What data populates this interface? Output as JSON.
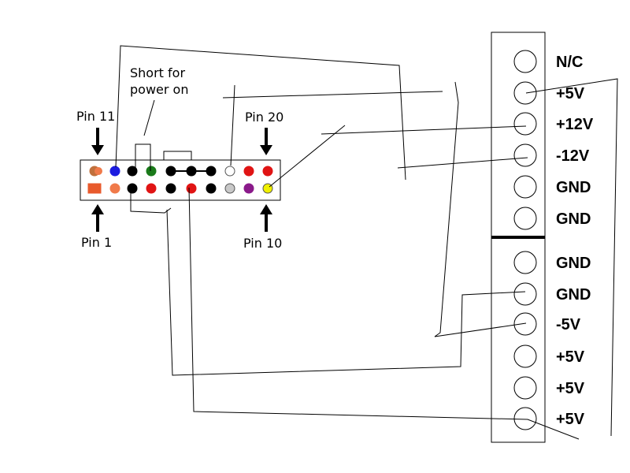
{
  "annotations": {
    "short_note_line1": "Short for",
    "short_note_line2": "power on",
    "pin11": "Pin 11",
    "pin20": "Pin 20",
    "pin1": "Pin 1",
    "pin10": "Pin 10"
  },
  "connector": {
    "top_row": [
      {
        "color": "#c0703c"
      },
      {
        "color": "#1c1ce0"
      },
      {
        "color": "#000000"
      },
      {
        "color": "#1a7a1a"
      },
      {
        "color": "#000000"
      },
      {
        "color": "#000000"
      },
      {
        "color": "#000000"
      },
      {
        "color": "#ffffff"
      },
      {
        "color": "#e01414"
      },
      {
        "color": "#e01414"
      }
    ],
    "bottom_row": [
      {
        "color": "#e85a2c",
        "shape": "square"
      },
      {
        "color": "#f07a4a"
      },
      {
        "color": "#000000"
      },
      {
        "color": "#e01414"
      },
      {
        "color": "#000000"
      },
      {
        "color": "#e01414"
      },
      {
        "color": "#000000"
      },
      {
        "color": "#c8c8c8"
      },
      {
        "color": "#8a1a8a"
      },
      {
        "color": "#f0f000"
      }
    ]
  },
  "terminal_block": {
    "terminals": [
      {
        "label": "N/C"
      },
      {
        "label": "+5V"
      },
      {
        "label": "+12V"
      },
      {
        "label": "-12V"
      },
      {
        "label": "GND"
      },
      {
        "label": "GND"
      },
      {
        "label": "GND"
      },
      {
        "label": "GND"
      },
      {
        "label": "-5V"
      },
      {
        "label": "+5V"
      },
      {
        "label": "+5V"
      },
      {
        "label": "+5V"
      }
    ]
  }
}
